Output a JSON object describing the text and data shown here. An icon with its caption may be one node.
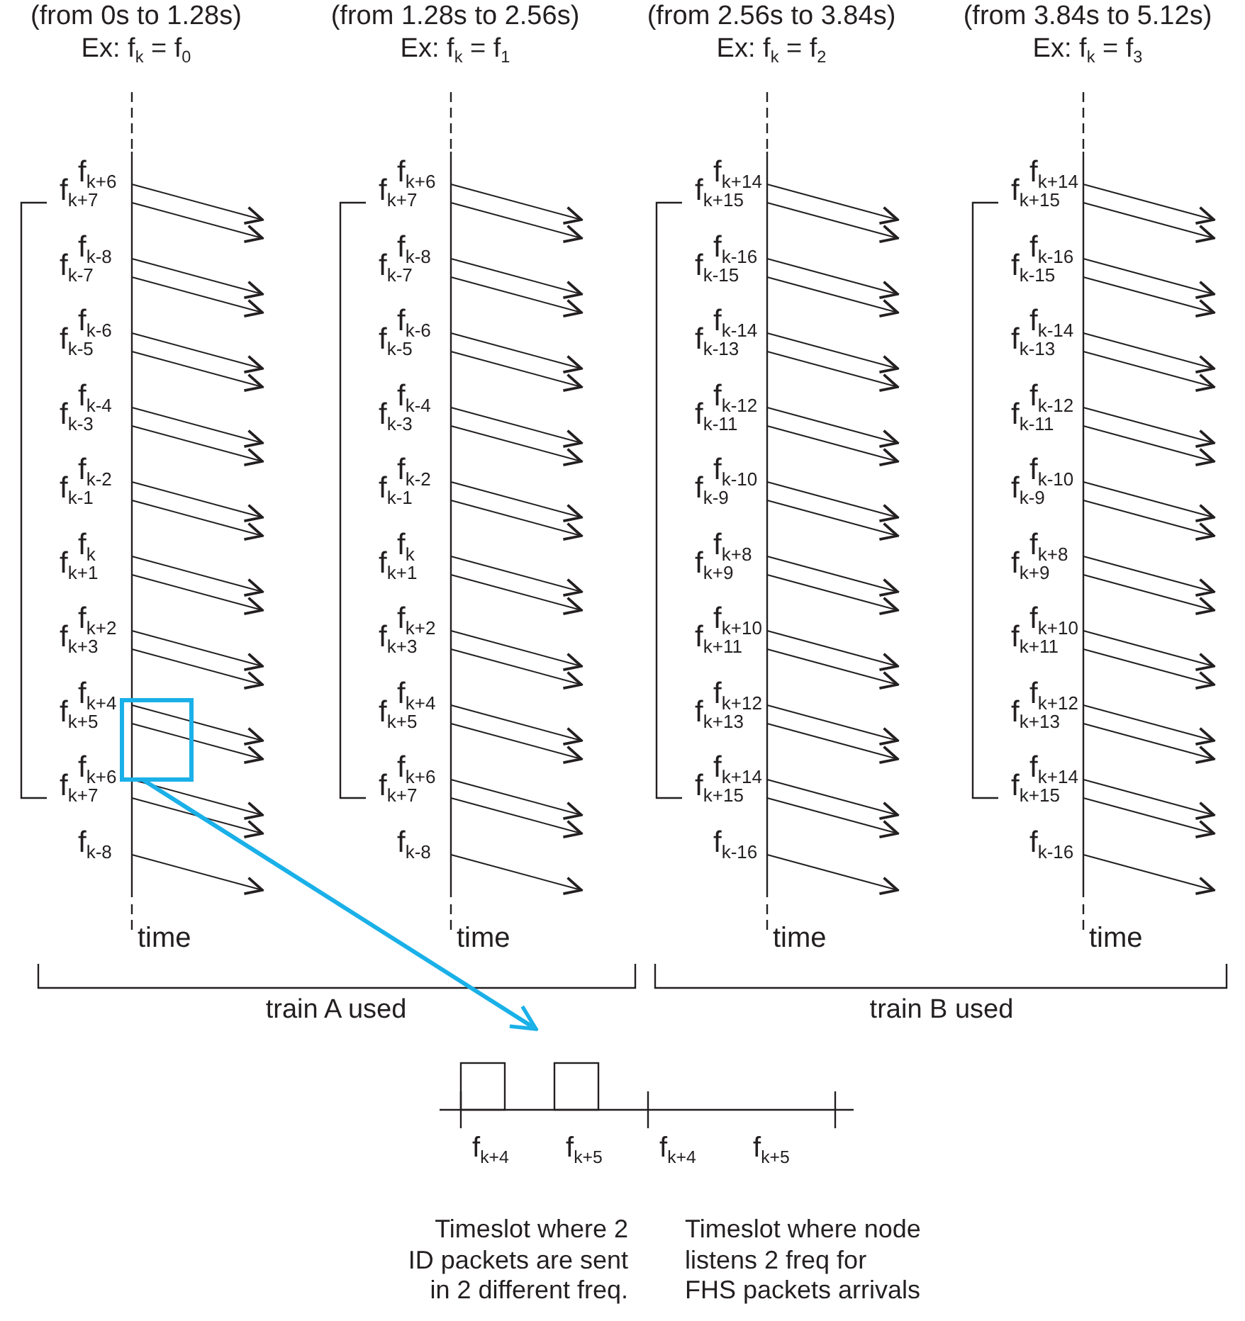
{
  "diagram": {
    "nodes": [
      {
        "text": [],
        "shape": "box"
      },
      {
        "text": [],
        "shape": "picture"
      }
    ],
    "edges": [
      {
        "from": 0,
        "to": 1,
        "arrow": "to",
        "color": "#1ab0e8"
      }
    ],
    "labels": [
      "(from 0s to 1.28s)",
      "(from 1.28s to 2.56s)",
      "(from 2.56s to 3.84s)",
      "(from 3.84s to 5.12s)",
      "Ex: f$_{k}$ = f$_{0}$",
      "Ex: f$_{k}$ = f$_{1}$",
      "Ex: f$_{k}$ = f$_{2}$",
      "Ex: f$_{k}$ = f$_{3}$",
      "f$_{k+6}$",
      "f$_{k+7}$",
      "f$_{k-8}$",
      "f$_{k-7}$",
      "f$_{k-6}$",
      "f$_{k-5}$",
      "f$_{k-4}$",
      "f$_{k-3}$",
      "f$_{k-2}$",
      "f$_{k-1}$",
      "f$_{k}$",
      "f$_{k+1}$",
      "f$_{k+2}$",
      "f$_{k+3}$",
      "f$_{k+4}$",
      "f$_{k+5}$",
      "f$_{k+6}$",
      "f$_{k+7}$",
      "f$_{k-8}$",
      "f$_{k+6}$",
      "f$_{k+7}$",
      "f$_{k-8}$",
      "f$_{k-7}$",
      "f$_{k-6}$",
      "f$_{k-5}$",
      "f$_{k-4}$",
      "f$_{k-3}$",
      "f$_{k-2}$",
      "f$_{k-1}$",
      "f$_{k}$",
      "f$_{k+1}$",
      "f$_{k+2}$",
      "f$_{k+3}$",
      "f$_{k+4}$",
      "f$_{k+5}$",
      "f$_{k+6}$",
      "f$_{k+7}$",
      "f$_{k-8}$",
      "f$_{k+14}$",
      "f$_{k+15}$",
      "f$_{k-16}$",
      "f$_{k-15}$",
      "f$_{k-14}$",
      "f$_{k-13}$",
      "f$_{k-12}$",
      "f$_{k-11}$",
      "f$_{k-10}$",
      "f$_{k-9}$",
      "f$_{k+8}$",
      "f$_{k+9}$",
      "f$_{k+10}$",
      "f$_{k+11}$",
      "f$_{k+12}$",
      "f$_{k+13}$",
      "f$_{k+14}$",
      "f$_{k+15}$",
      "f$_{k-16}$",
      "f$_{k+14}$",
      "f$_{k+15}$",
      "f$_{k-16}$",
      "f$_{k-15}$",
      "f$_{k-14}$",
      "f$_{k-13}$",
      "f$_{k-12}$",
      "f$_{k-11}$",
      "f$_{k-10}$",
      "f$_{k-9}$",
      "f$_{k+8}$",
      "f$_{k+9}$",
      "f$_{k+10}$",
      "f$_{k+11}$",
      "f$_{k+12}$",
      "f$_{k+13}$",
      "f$_{k+14}$",
      "f$_{k+15}$",
      "f$_{k-16}$",
      "time",
      "time",
      "time",
      "time",
      "train A used",
      "train B used",
      "f$_{k+4}$",
      "f$_{k+5}$",
      "f$_{k+4}$",
      "f$_{k+5}$",
      "Timeslot where 2 ID packets are sent in 2 different freq.",
      "Timeslot where node listens 2 freq for FHS packets arrivals"
    ]
  }
}
